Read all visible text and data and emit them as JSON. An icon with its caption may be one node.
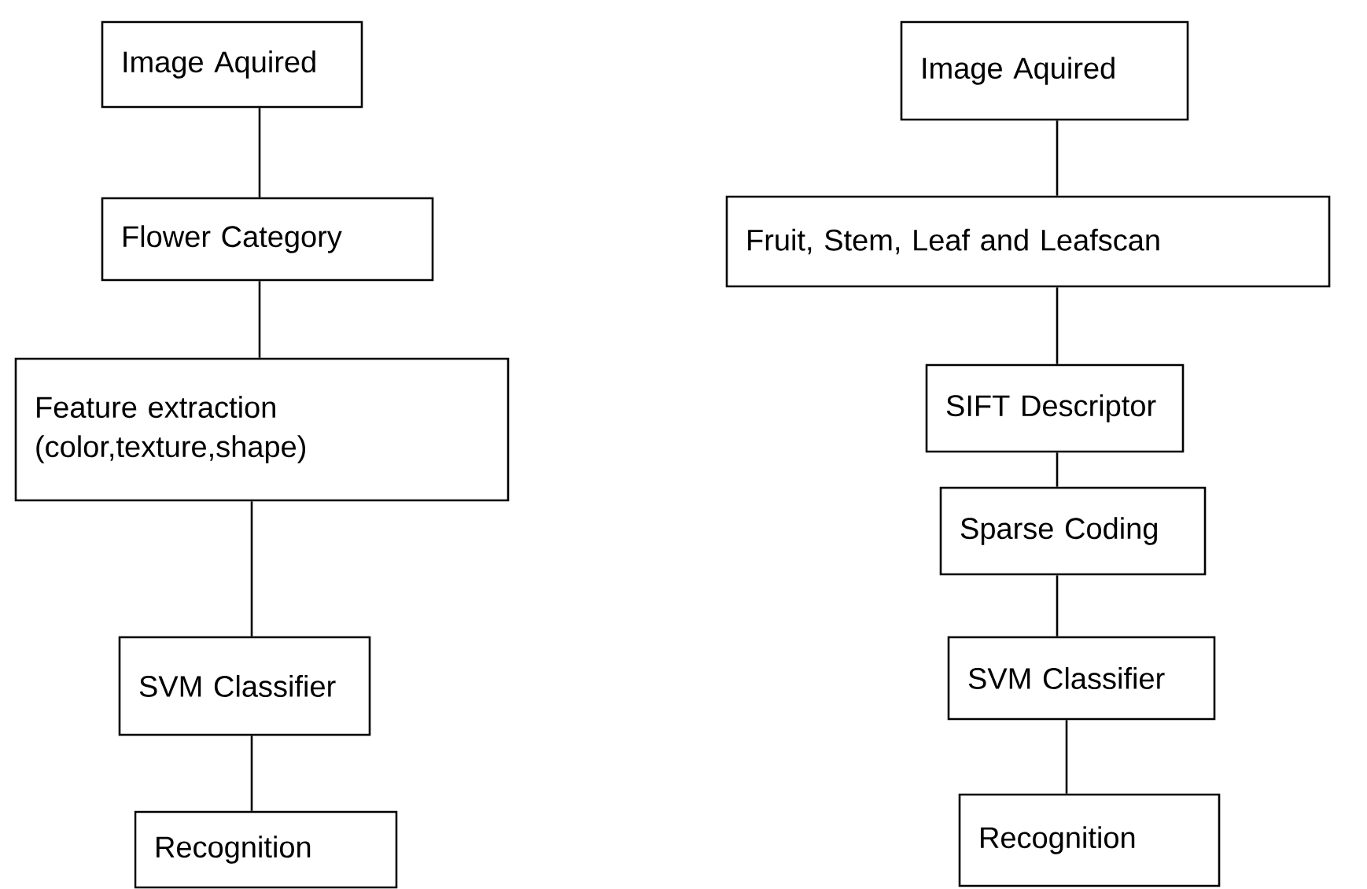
{
  "diagram": {
    "nodes": [
      {
        "text": [
          "Image Aquired"
        ]
      },
      {
        "text": [
          "Flower Category"
        ]
      },
      {
        "text": [
          "Feature extraction (color,texture,shape)"
        ]
      },
      {
        "text": [
          "SVM Classifier"
        ]
      },
      {
        "text": [
          "Recognition"
        ]
      },
      {
        "text": [
          "Image Aquired"
        ]
      },
      {
        "text": [
          "Fruit, Stem, Leaf and Leafscan"
        ]
      },
      {
        "text": [
          "SIFT Descriptor"
        ]
      },
      {
        "text": [
          "Sparse Coding"
        ]
      },
      {
        "text": [
          "SVM Classifier"
        ]
      },
      {
        "text": [
          "Recognition"
        ]
      }
    ],
    "edges": [
      {
        "from": 0,
        "to": 1,
        "arrow": "none"
      },
      {
        "from": 1,
        "to": 2,
        "arrow": "none"
      },
      {
        "from": 2,
        "to": 3,
        "arrow": "none"
      },
      {
        "from": 3,
        "to": 4,
        "arrow": "none"
      },
      {
        "from": 5,
        "to": 6,
        "arrow": "none"
      },
      {
        "from": 6,
        "to": 7,
        "arrow": "none"
      },
      {
        "from": 7,
        "to": 8,
        "arrow": "none"
      },
      {
        "from": 8,
        "to": 9,
        "arrow": "none"
      },
      {
        "from": 9,
        "to": 10,
        "arrow": "none"
      }
    ]
  }
}
